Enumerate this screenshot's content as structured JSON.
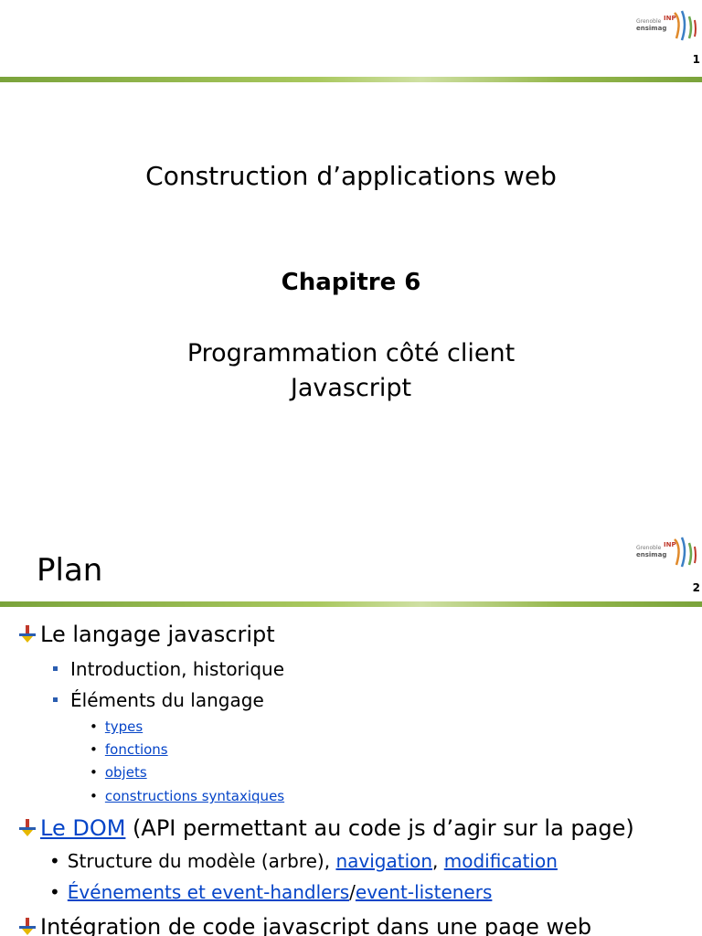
{
  "slide1": {
    "slide_number": "1",
    "logo_text_top": "Grenoble",
    "logo_text_inp": "INP",
    "logo_text_bottom": "ensimag",
    "course_title": "Construction d’applications web",
    "chapter": "Chapitre 6",
    "subtitle_line1": "Programmation côté client",
    "subtitle_line2": "Javascript"
  },
  "slide2": {
    "slide_number": "2",
    "logo_text_top": "Grenoble",
    "logo_text_inp": "INP",
    "logo_text_bottom": "ensimag",
    "title": "Plan",
    "item1": {
      "label": "Le langage javascript",
      "sub1": "Introduction, historique",
      "sub2": "Éléments du langage",
      "links": [
        "types",
        "fonctions",
        "objets",
        "constructions syntaxiques"
      ]
    },
    "item2": {
      "link": "Le DOM",
      "rest": " (API permettant au code js d’agir sur la page)",
      "sub1_text": "Structure du modèle (arbre), ",
      "sub1_link1": "navigation",
      "sub1_sep": ", ",
      "sub1_link2": "modification",
      "sub2_link1": "Événements et event-handlers",
      "sub2_sep": "/",
      "sub2_link2": "event-listeners"
    },
    "item3": {
      "label": "Intégration de code javascript dans une page web"
    }
  },
  "colors": {
    "rule": "#7aa33b",
    "link": "#0645c8",
    "bullet": "#2a5db0"
  }
}
